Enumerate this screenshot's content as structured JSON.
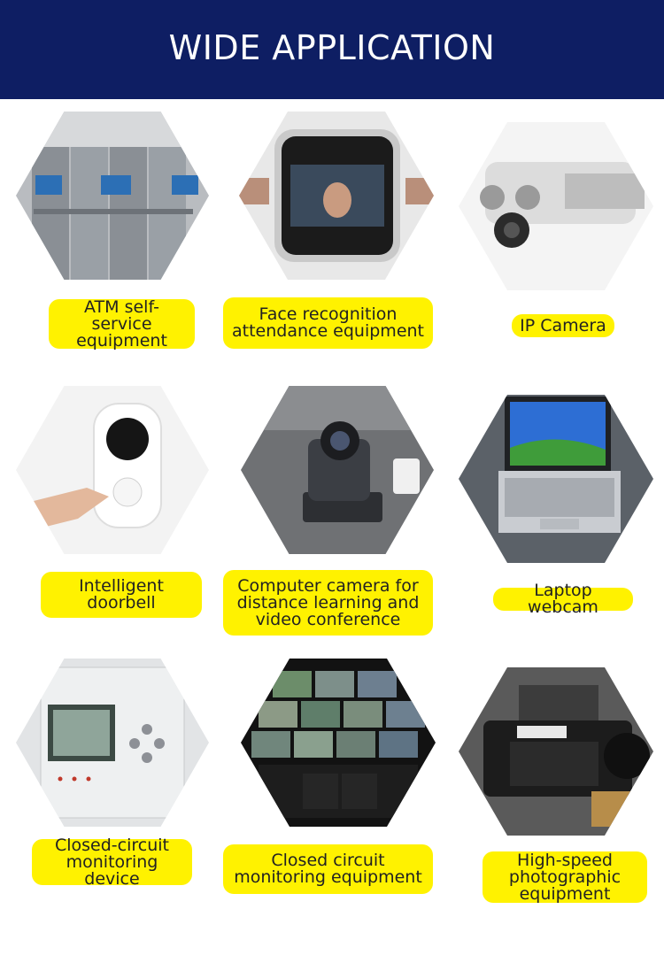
{
  "header": {
    "title": "WIDE APPLICATION"
  },
  "items": [
    {
      "label": "ATM self-service\nequipment"
    },
    {
      "label": "Face recognition\nattendance equipment"
    },
    {
      "label": "IP Camera"
    },
    {
      "label": "Intelligent doorbell"
    },
    {
      "label": "Computer camera for\ndistance learning and\nvideo conference"
    },
    {
      "label": "Laptop webcam"
    },
    {
      "label": "Closed-circuit\nmonitoring device"
    },
    {
      "label": "Closed circuit\nmonitoring equipment"
    },
    {
      "label": "High-speed\nphotographic\nequipment"
    }
  ],
  "icons": [
    "atm-machine-photo",
    "face-recognition-terminal-photo",
    "ip-camera-photo",
    "doorbell-photo",
    "ptz-conference-camera-photo",
    "laptop-photo",
    "monitoring-device-photo",
    "cctv-video-wall-photo",
    "high-speed-camera-photo"
  ],
  "colors": {
    "header_bg": "#0e1e63",
    "label_bg": "#fff200"
  }
}
